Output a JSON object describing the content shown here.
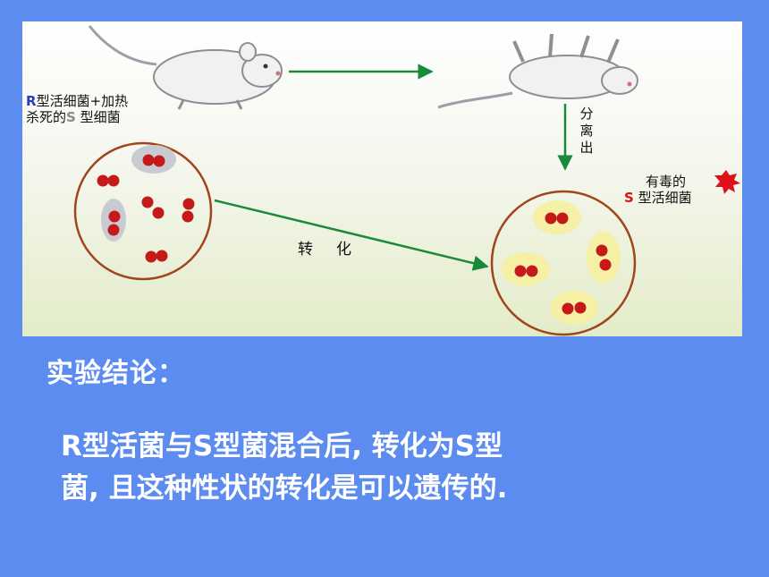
{
  "diagram": {
    "left_label_line1_prefix": "R",
    "left_label_line1_rest": "型活细菌+加热",
    "left_label_line2_prefix": "杀死的",
    "left_label_line2_s": "S",
    "left_label_line2_rest": " 型细菌",
    "separate_label": "分离出",
    "right_label_line1": "有毒的",
    "right_label_line2_s": "S",
    "right_label_line2_rest": " 型活细菌",
    "transform_label": "转化",
    "colors": {
      "arrow": "#1a8a3a",
      "dish_border": "#a0451c",
      "bacteria": "#c41a1a",
      "capsule": "#f6f0a6",
      "dead_capsule": "#c9cbd2"
    }
  },
  "conclusion": {
    "title": "实验结论：",
    "body_line1": "R型活菌与S型菌混合后, 转化为S型",
    "body_line2": "菌, 且这种性状的转化是可以遗传的."
  }
}
